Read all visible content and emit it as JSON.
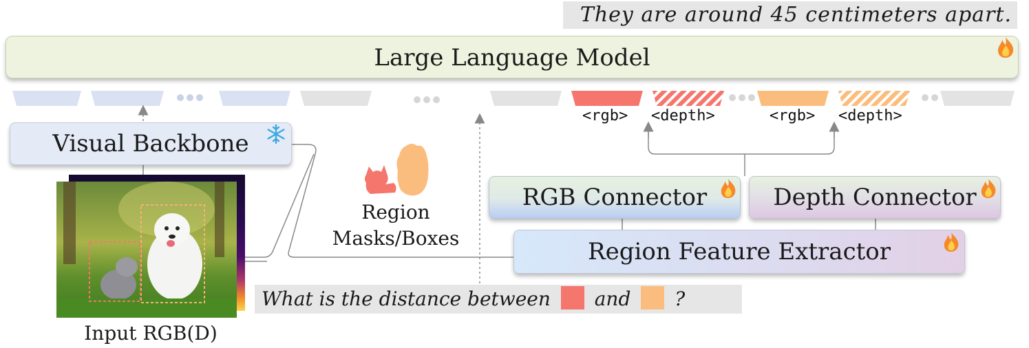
{
  "answer_text": "They are around 45 centimeters apart.",
  "llm": {
    "label": "Large Language Model",
    "status_icon": "fire-icon"
  },
  "visual_backbone": {
    "label": "Visual Backbone",
    "status_icon": "snowflake-icon"
  },
  "rgb_connector": {
    "label": "RGB Connector",
    "status_icon": "fire-icon"
  },
  "depth_connector": {
    "label": "Depth Connector",
    "status_icon": "fire-icon"
  },
  "region_feature_extractor": {
    "label": "Region Feature Extractor",
    "status_icon": "fire-icon"
  },
  "region_masks": {
    "line1": "Region",
    "line2": "Masks/Boxes"
  },
  "input_label": "Input RGB(D)",
  "tokens": {
    "rgb_1": "<rgb>",
    "depth_1": "<depth>",
    "rgb_2": "<rgb>",
    "depth_2": "<depth>"
  },
  "question": {
    "prefix": "What is the distance between",
    "middle": "and",
    "suffix": "?"
  },
  "colors": {
    "visual_token": "#d9e1f2",
    "text_token": "#e3e3e3",
    "region1": "#f4766d",
    "region2": "#fbbd7d",
    "arrow": "#888888"
  }
}
